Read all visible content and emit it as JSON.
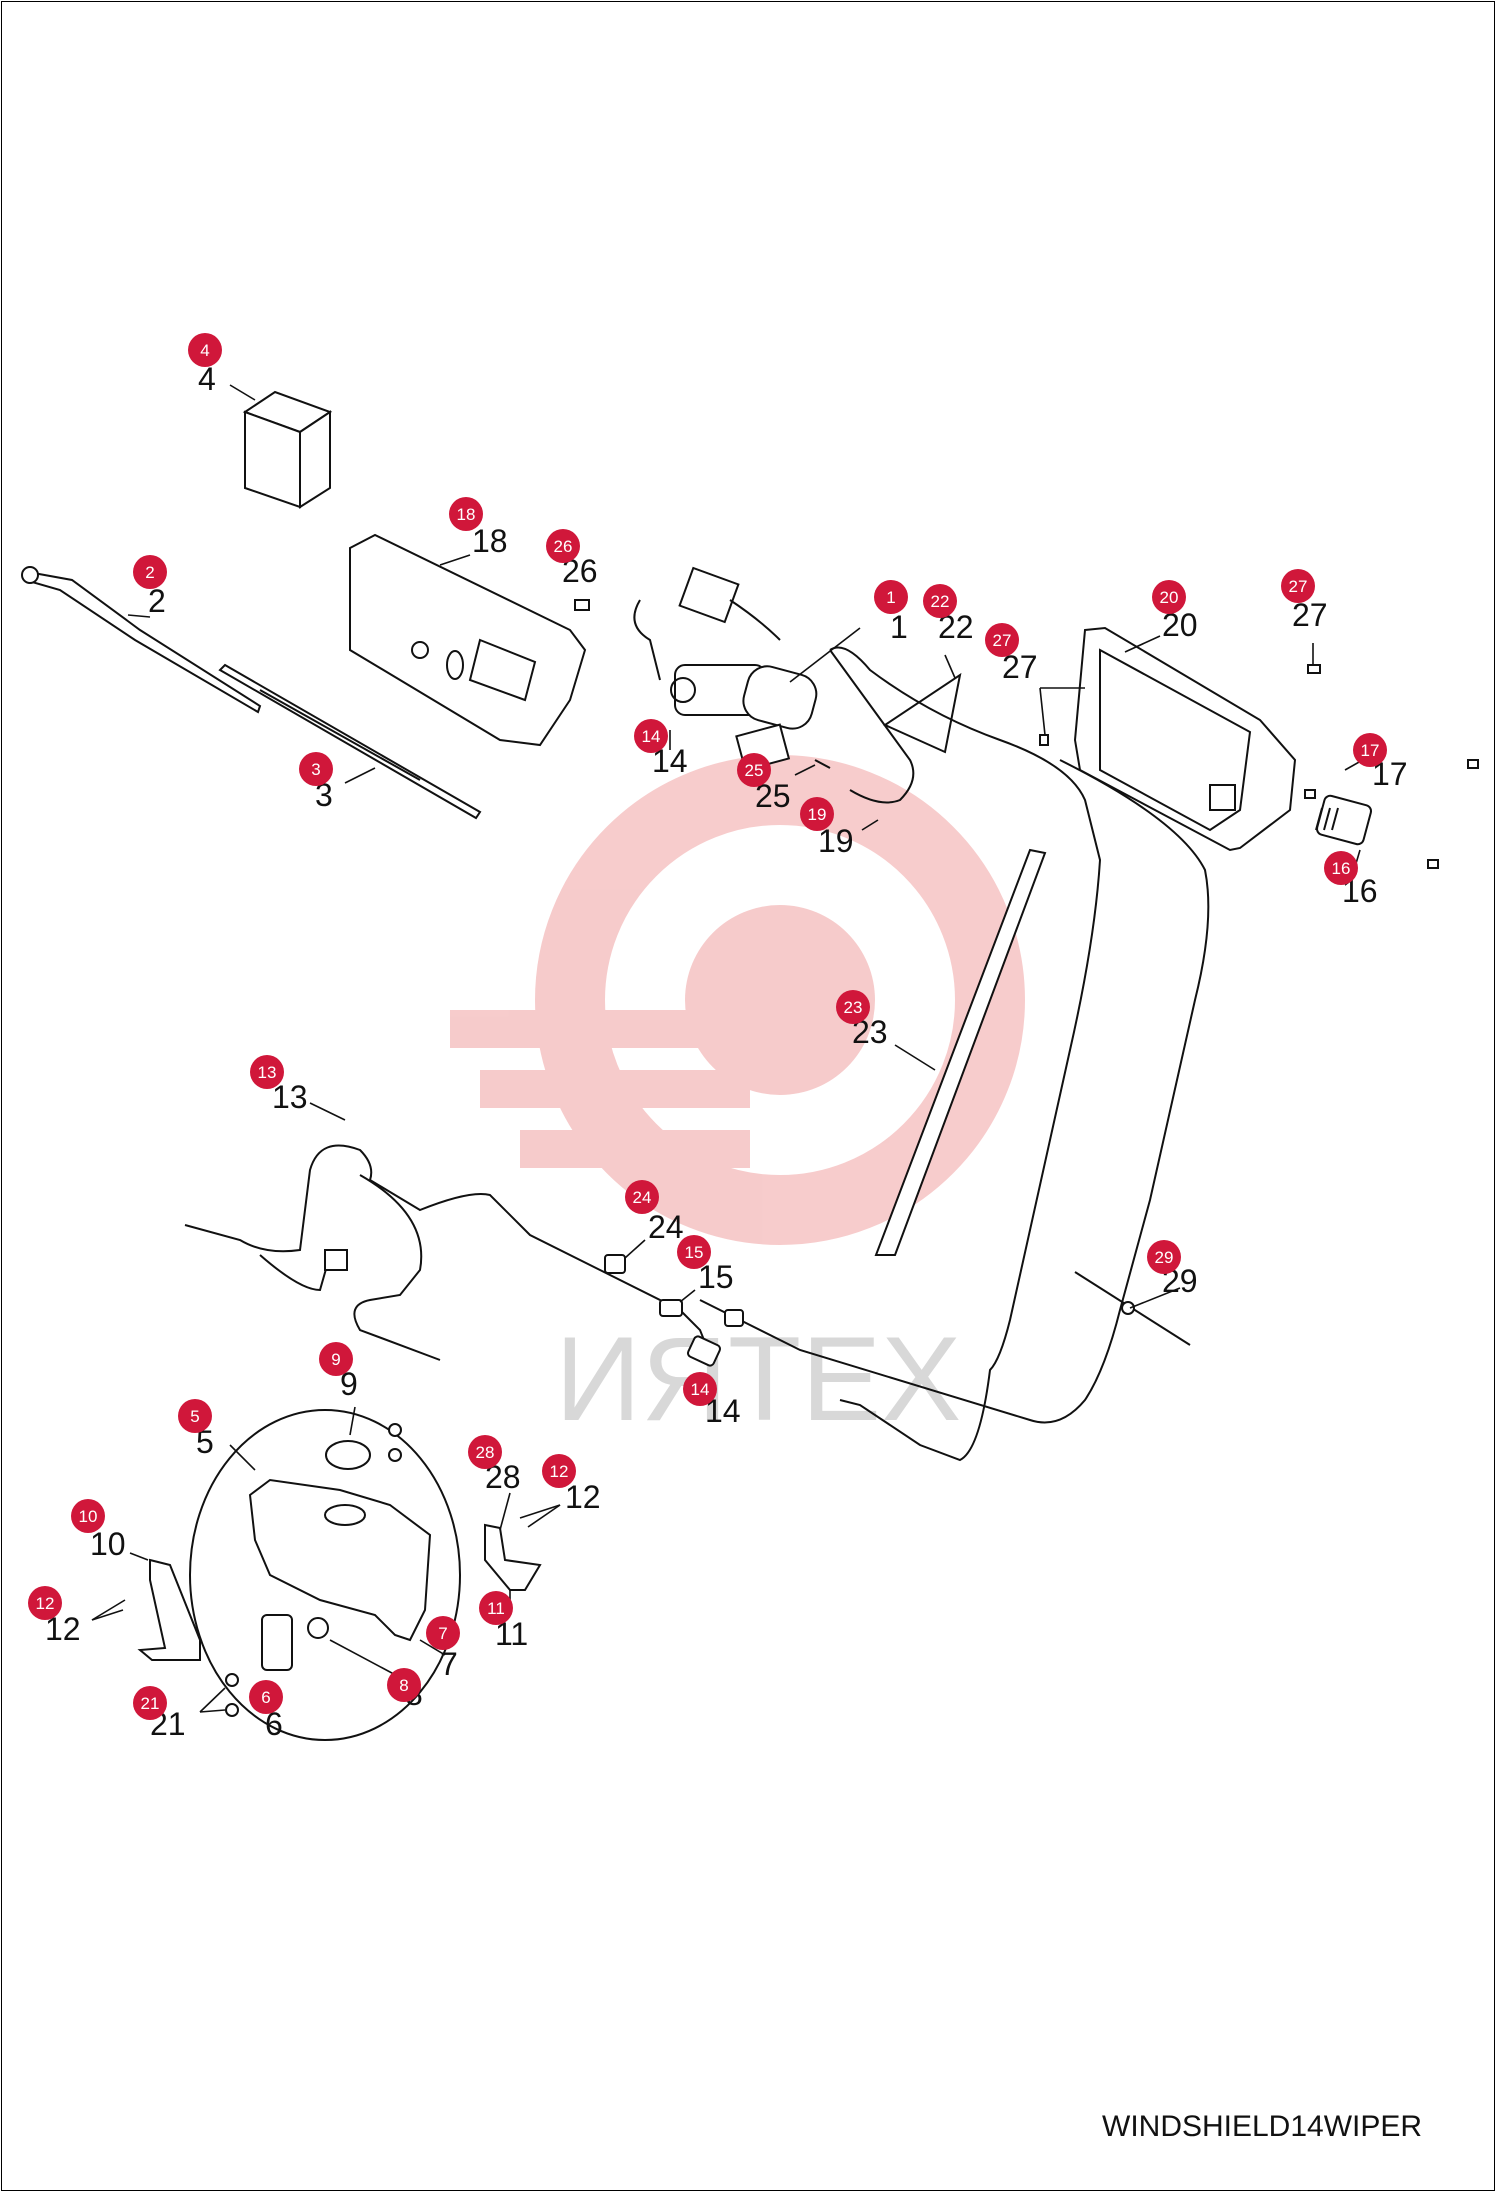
{
  "diagram_code": "WINDSHIELD14WIPER",
  "watermark_text": "ИЯТЕХ",
  "colors": {
    "badge": "#d0173a",
    "watermark": "#f6c6c6",
    "watermark_text": "#d8d8d8",
    "line": "#111111"
  },
  "callouts": [
    "4",
    "18",
    "26",
    "2",
    "1",
    "22",
    "27",
    "20",
    "27",
    "14",
    "25",
    "3",
    "19",
    "17",
    "16",
    "23",
    "13",
    "24",
    "15",
    "29",
    "14",
    "9",
    "5",
    "28",
    "12",
    "10",
    "12",
    "11",
    "7",
    "8",
    "21",
    "6"
  ],
  "labels": [
    "4",
    "18",
    "26",
    "2",
    "1",
    "22",
    "27",
    "20",
    "27",
    "14",
    "25",
    "3",
    "19",
    "17",
    "16",
    "23",
    "13",
    "24",
    "15",
    "29",
    "14",
    "9",
    "5",
    "28",
    "12",
    "10",
    "12",
    "11",
    "7",
    "8",
    "21",
    "6"
  ]
}
